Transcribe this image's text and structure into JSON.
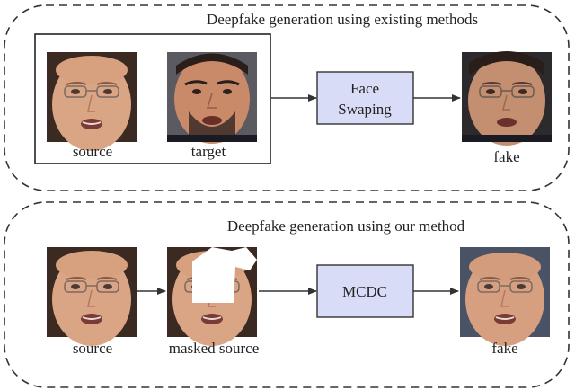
{
  "top_panel": {
    "title": "Deepfake generation using existing methods",
    "source_label": "source",
    "target_label": "target",
    "process_line1": "Face",
    "process_line2": "Swaping",
    "fake_label": "fake"
  },
  "bottom_panel": {
    "title": "Deepfake generation using our method",
    "source_label": "source",
    "masked_label": "masked source",
    "process_label": "MCDC",
    "fake_label": "fake"
  },
  "colors": {
    "process_fill": "#d9dcf7",
    "border": "#333333",
    "text": "#222222"
  }
}
